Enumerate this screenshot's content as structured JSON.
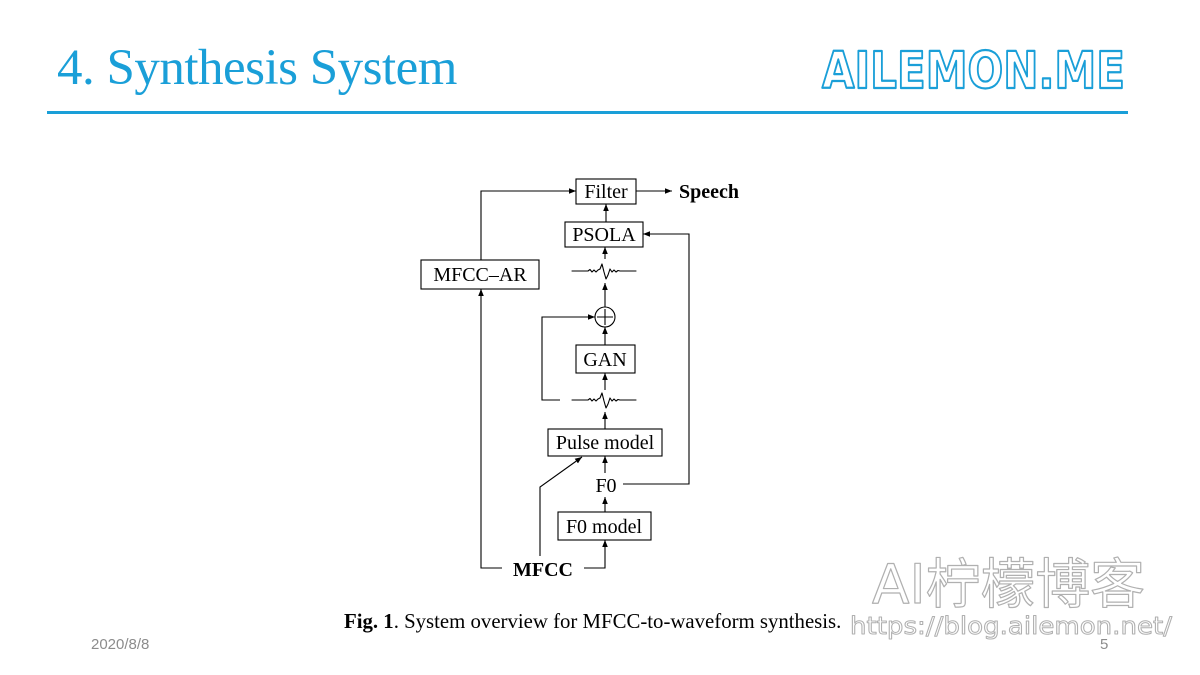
{
  "slide": {
    "title": "4. Synthesis System",
    "logo": "AILEMON.ME",
    "date": "2020/8/8",
    "page_number": "5"
  },
  "figure": {
    "nodes": {
      "filter": "Filter",
      "speech": "Speech",
      "psola": "PSOLA",
      "mfcc_ar": "MFCC–AR",
      "gan": "GAN",
      "pulse_model": "Pulse model",
      "f0": "F0",
      "f0_model": "F0 model",
      "mfcc": "MFCC"
    },
    "caption": {
      "label": "Fig. 1",
      "text": ". System overview for MFCC-to-waveform synthesis."
    },
    "icons": {
      "sum": "circle-plus-icon",
      "waveform": "waveform-icon"
    }
  },
  "watermark": {
    "name": "AI柠檬博客",
    "url": "https://blog.ailemon.net/"
  },
  "colors": {
    "accent": "#1a9fd8",
    "ink": "#000000",
    "footer": "#8c8c8c",
    "watermark": "#b0b0b0"
  }
}
